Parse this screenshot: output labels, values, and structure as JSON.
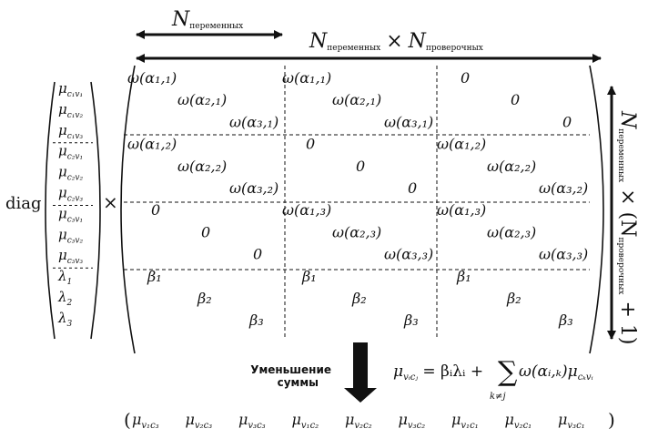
{
  "title_arrows": {
    "n_vars": "N",
    "n_vars_sub": "переменных",
    "times": "×",
    "n_checks": "N",
    "n_checks_sub": "проверочных",
    "side_label": "N",
    "side_label_sub_vars": "переменных",
    "side_label_times": " × (N",
    "side_label_sub_checks": "проверочных",
    "side_label_tail": " + 1)"
  },
  "diag_label": "diag",
  "times_sign": "×",
  "vector": [
    {
      "base": "μ",
      "sub": "c₁v₁"
    },
    {
      "base": "μ",
      "sub": "c₁v₂"
    },
    {
      "base": "μ",
      "sub": "c₁v₃"
    },
    {
      "base": "μ",
      "sub": "c₂v₁"
    },
    {
      "base": "μ",
      "sub": "c₂v₂"
    },
    {
      "base": "μ",
      "sub": "c₂v₃"
    },
    {
      "base": "μ",
      "sub": "c₃v₁"
    },
    {
      "base": "μ",
      "sub": "c₃v₂"
    },
    {
      "base": "μ",
      "sub": "c₃v₃"
    },
    {
      "base": "λ",
      "sub": "1"
    },
    {
      "base": "λ",
      "sub": "2"
    },
    {
      "base": "λ",
      "sub": "3"
    }
  ],
  "matrix_rows": [
    [
      "ω(α₁,₁)",
      "ω(α₁,₁)",
      "0"
    ],
    [
      "ω(α₂,₁)",
      "ω(α₂,₁)",
      "0"
    ],
    [
      "ω(α₃,₁)",
      "ω(α₃,₁)",
      "0"
    ],
    [
      "ω(α₁,₂)",
      "0",
      "ω(α₁,₂)"
    ],
    [
      "ω(α₂,₂)",
      "0",
      "ω(α₂,₂)"
    ],
    [
      "ω(α₃,₂)",
      "0",
      "ω(α₃,₂)"
    ],
    [
      "0",
      "ω(α₁,₃)",
      "ω(α₁,₃)"
    ],
    [
      "0",
      "ω(α₂,₃)",
      "ω(α₂,₃)"
    ],
    [
      "0",
      "ω(α₃,₃)",
      "ω(α₃,₃)"
    ],
    [
      "β₁",
      "β₁",
      "β₁"
    ],
    [
      "β₂",
      "β₂",
      "β₂"
    ],
    [
      "β₃",
      "β₃",
      "β₃"
    ]
  ],
  "reduce_label": [
    "Уменьшение",
    "суммы"
  ],
  "formula": {
    "lhs": "μ",
    "lhs_sub": "vᵢcⱼ",
    "eq": " = βᵢλᵢ + ",
    "sum": "∑",
    "sum_sub": "k≠j",
    "term": "ω(αᵢ,ₖ)μ",
    "term_sub": "cₖvᵢ"
  },
  "result_vector": {
    "open": "(",
    "close": ")",
    "items": [
      {
        "base": "μ",
        "sub": "v₁c₃"
      },
      {
        "base": "μ",
        "sub": "v₂c₃"
      },
      {
        "base": "μ",
        "sub": "v₃c₃"
      },
      {
        "base": "μ",
        "sub": "v₁c₂"
      },
      {
        "base": "μ",
        "sub": "v₂c₂"
      },
      {
        "base": "μ",
        "sub": "v₃c₂"
      },
      {
        "base": "μ",
        "sub": "v₁c₁"
      },
      {
        "base": "μ",
        "sub": "v₂c₁"
      },
      {
        "base": "μ",
        "sub": "v₃c₁"
      }
    ]
  }
}
